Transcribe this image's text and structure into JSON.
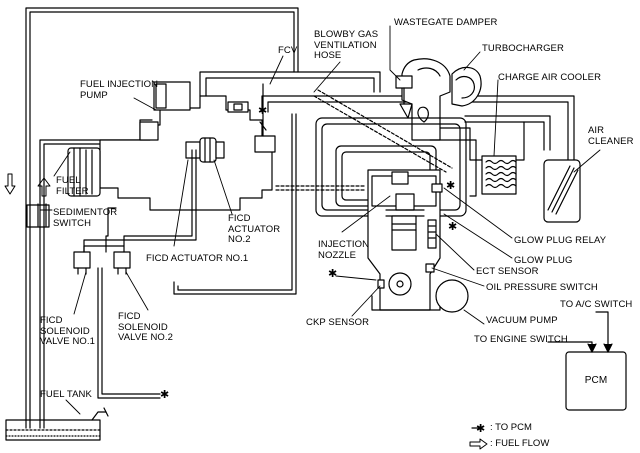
{
  "labels": {
    "wastegate_damper": "WASTEGATE DAMPER",
    "blowby_hose": "BLOWBY GAS\nVENTILATION\nHOSE",
    "fcv": "FCV",
    "turbocharger": "TURBOCHARGER",
    "fuel_injection_pump": "FUEL INJECTION\nPUMP",
    "charge_air_cooler": "CHARGE AIR COOLER",
    "air_cleaner": "AIR\nCLEANER",
    "fuel_filter": "FUEL\nFILTER",
    "sedimentor_switch": "SEDIMENTOR\nSWITCH",
    "ficd_actuator_2": "FICD\nACTUATOR\nNO.2",
    "ficd_actuator_1": "FICD ACTUATOR NO.1",
    "injection_nozzle": "INJECTION\nNOZZLE",
    "glow_plug_relay": "GLOW PLUG RELAY",
    "glow_plug": "GLOW PLUG",
    "ect_sensor": "ECT SENSOR",
    "oil_pressure_switch": "OIL PRESSURE SWITCH",
    "ficd_solenoid_1": "FICD\nSOLENOID\nVALVE NO.1",
    "ficd_solenoid_2": "FICD\nSOLENOID\nVALVE NO.2",
    "ckp_sensor": "CKP SENSOR",
    "vacuum_pump": "VACUUM PUMP",
    "to_ac_switch": "TO A/C SWITCH",
    "to_engine_switch": "TO ENGINE SWITCH",
    "pcm": "PCM",
    "fuel_tank": "FUEL TANK"
  },
  "legend": {
    "to_pcm_symbol": "─✱",
    "to_pcm": ": TO PCM",
    "fuel_flow": ": FUEL FLOW"
  },
  "markers": {
    "asterisk": "✱"
  },
  "colors": {
    "line": "#000000",
    "background": "#ffffff"
  }
}
